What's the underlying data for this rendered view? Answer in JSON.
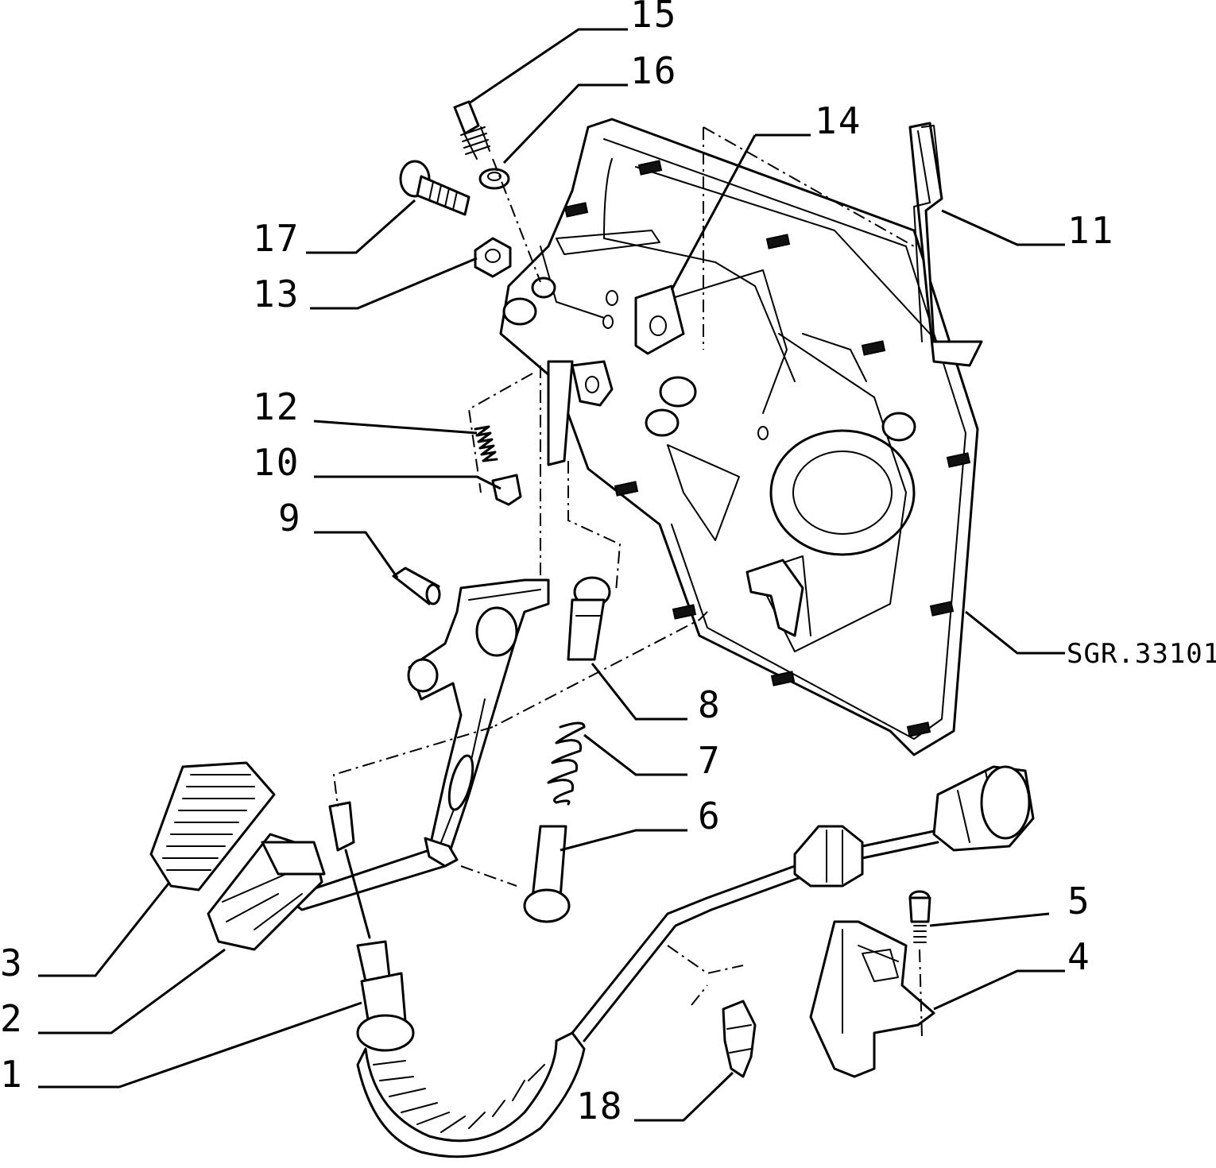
{
  "diagram": {
    "reference_code": "SGR.33101",
    "callouts": [
      "1",
      "2",
      "3",
      "4",
      "5",
      "6",
      "7",
      "8",
      "9",
      "10",
      "11",
      "12",
      "13",
      "14",
      "15",
      "16",
      "17",
      "18"
    ]
  }
}
